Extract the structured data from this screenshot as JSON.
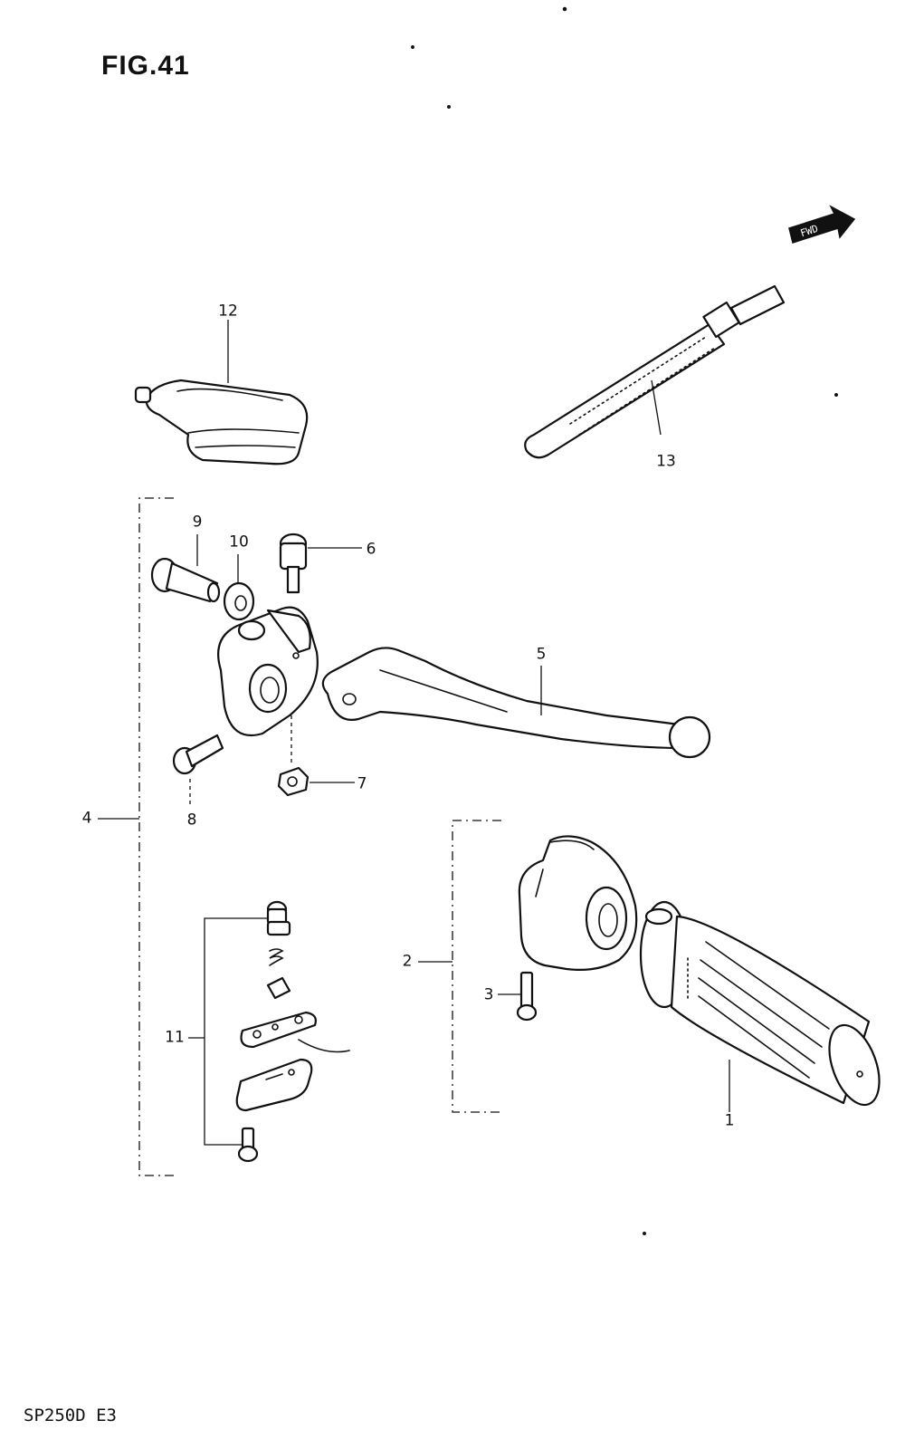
{
  "figure": {
    "title": "FIG.41",
    "model_code": "SP250D  E3",
    "direction_badge": "FWD"
  },
  "callouts": [
    {
      "id": "1",
      "label": "1"
    },
    {
      "id": "2",
      "label": "2"
    },
    {
      "id": "3",
      "label": "3"
    },
    {
      "id": "4",
      "label": "4"
    },
    {
      "id": "5",
      "label": "5"
    },
    {
      "id": "6",
      "label": "6"
    },
    {
      "id": "7",
      "label": "7"
    },
    {
      "id": "8",
      "label": "8"
    },
    {
      "id": "9",
      "label": "9"
    },
    {
      "id": "10",
      "label": "10"
    },
    {
      "id": "11",
      "label": "11"
    },
    {
      "id": "12",
      "label": "12"
    },
    {
      "id": "13",
      "label": "13"
    }
  ],
  "colors": {
    "ink": "#111111",
    "paper": "#ffffff"
  }
}
